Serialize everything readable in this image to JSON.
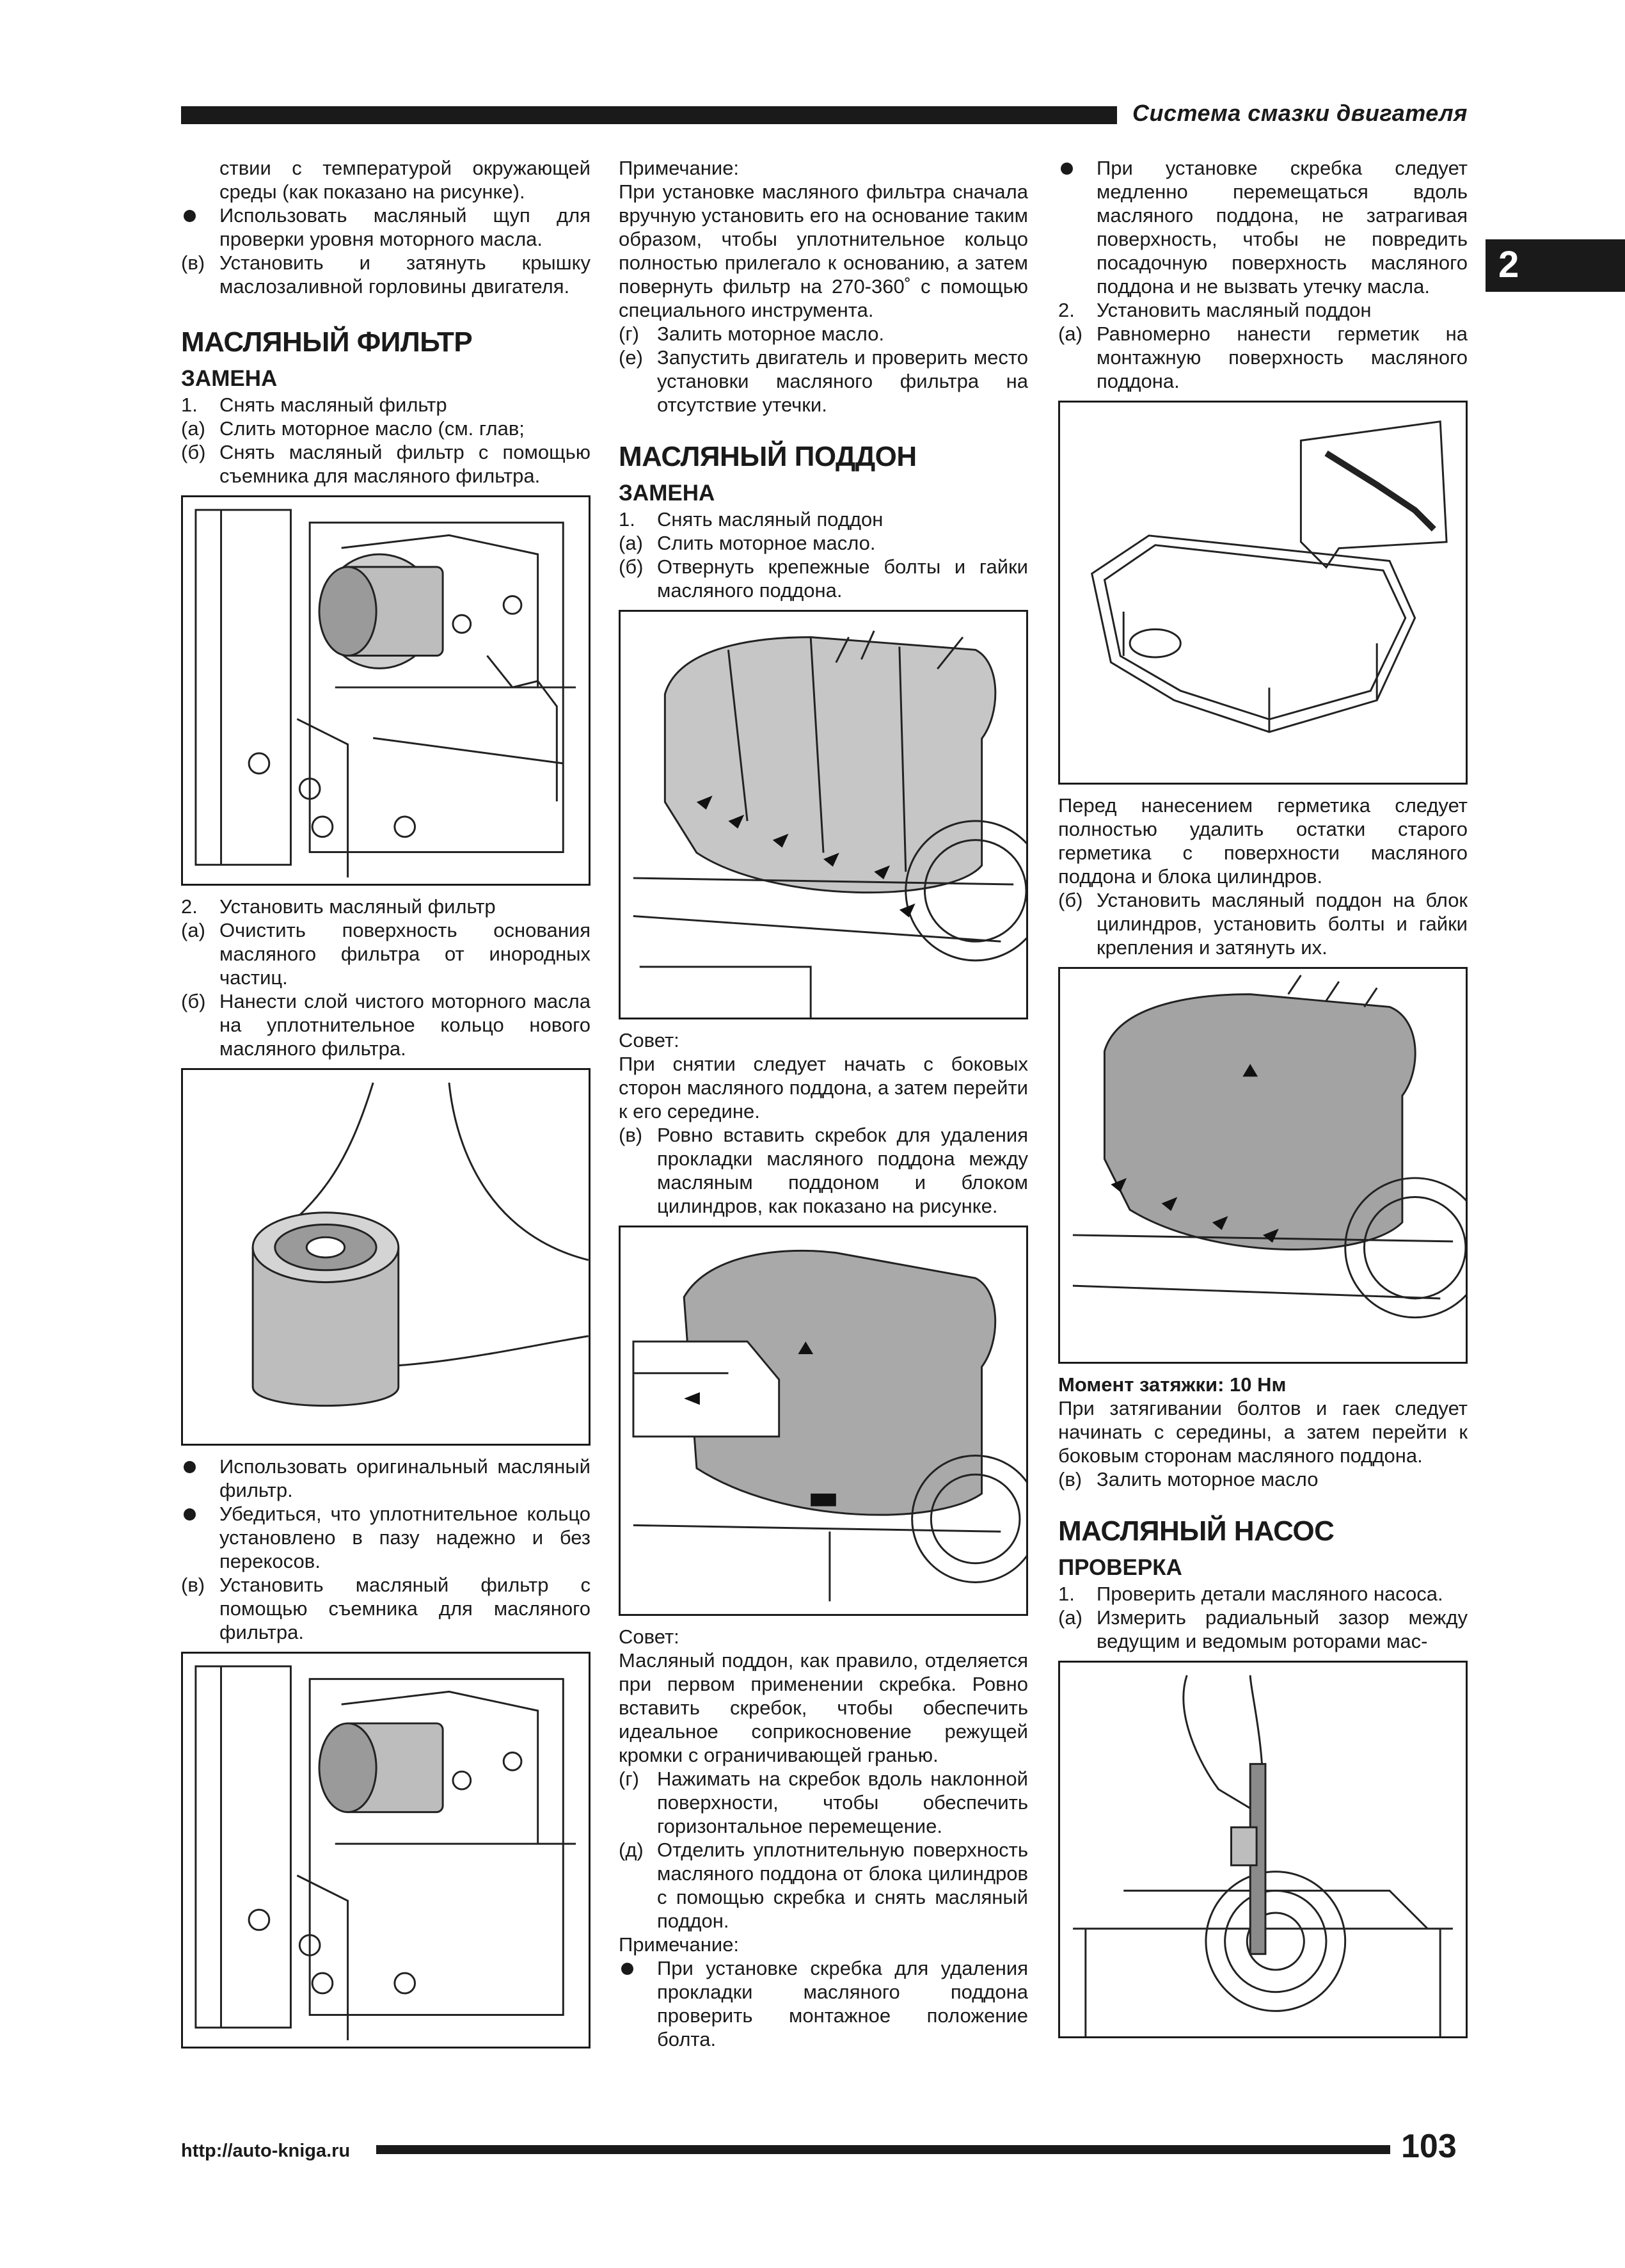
{
  "header": {
    "title": "Система смазки двигателя",
    "tab": "2"
  },
  "col1": {
    "intro_cont": "ствии с температурой окружающей среды (как показано на рисунке).",
    "bullet_dipstick": "Использовать масляный щуп для проверки уровня моторного масла.",
    "item_v_marker": "(в)",
    "item_v_cap": "Установить и затянуть крышку маслозаливной горловины двигателя.",
    "section_title": "МАСЛЯНЫЙ ФИЛЬТР",
    "sub_title": "ЗАМЕНА",
    "step1_marker": "1.",
    "step1": "Снять масляный фильтр",
    "a_marker": "(а)",
    "a_text": "Слить моторное масло (см. глав;",
    "b_marker": "(б)",
    "b_text": "Снять масляный фильтр с помощью съемника для масляного фильтра.",
    "step2_marker": "2.",
    "step2": "Установить масляный фильтр",
    "a2_marker": "(а)",
    "a2_text": "Очистить поверхность основания масляного фильтра от инородных частиц.",
    "b2_marker": "(б)",
    "b2_text": "Нанести слой чистого моторного масла на уплотнительное кольцо нового масляного фильтра.",
    "bullet_original": "Использовать оригинальный масляный фильтр.",
    "bullet_seal": "Убедиться, что уплотнительное кольцо установлено в пазу надежно и без перекосов.",
    "v2_marker": "(в)",
    "v2_text": "Установить масляный фильтр с помощью съемника для масляного фильтра."
  },
  "col2": {
    "note_label": "Примечание:",
    "note_text": "При установке масляного фильтра сначала вручную установить его на основание таким образом, чтобы уплотнительное кольцо полностью прилегало к основанию, а затем повернуть фильтр на 270-360˚ с помощью специального инструмента.",
    "g_marker": "(г)",
    "g_text": "Залить моторное масло.",
    "e_marker": "(е)",
    "e_text": "Запустить двигатель и проверить место установки масляного фильтра на отсутствие утечки.",
    "section_title": "МАСЛЯНЫЙ ПОДДОН",
    "sub_title": "ЗАМЕНА",
    "step1_marker": "1.",
    "step1": "Снять масляный поддон",
    "a_marker": "(а)",
    "a_text": "Слить моторное масло.",
    "b_marker": "(б)",
    "b_text": "Отвернуть крепежные болты и гайки масляного поддона.",
    "tip1_label": "Совет:",
    "tip1_text": "При снятии следует начать с боковых сторон масляного поддона, а затем перейти к его середине.",
    "v_marker": "(в)",
    "v_text": "Ровно вставить скребок для удаления прокладки масляного поддона между масляным поддоном и блоком цилиндров, как показано на рисунке.",
    "tip2_label": "Совет:",
    "tip2_text": "Масляный поддон, как правило, отделяется при первом применении скребка. Ровно вставить скребок, чтобы обеспечить идеальное соприкосновение режущей кромки с ограничивающей гранью.",
    "g2_marker": "(г)",
    "g2_text": "Нажимать на скребок вдоль наклонной поверхности, чтобы обеспечить горизонтальное перемещение.",
    "d_marker": "(д)",
    "d_text": "Отделить уплотнительную поверхность масляного поддона от блока цилиндров с помощью скребка и снять масляный поддон.",
    "note2_label": "Примечание:",
    "note2_bullet": "При установке скребка для удаления прокладки масляного поддона проверить монтажное положение болта."
  },
  "col3": {
    "bullet_scraper": "При установке скребка следует медленно перемещаться вдоль масляного поддона, не затрагивая поверхность, чтобы не повредить посадочную поверхность масляного поддона и не вызвать утечку масла.",
    "step2_marker": "2.",
    "step2": "Установить масляный поддон",
    "a_marker": "(а)",
    "a_text": "Равномерно нанести герметик на монтажную поверхность масляного поддона.",
    "before_text": "Перед нанесением герметика следует полностью удалить остатки старого герметика с поверхности масляного поддона и блока цилиндров.",
    "b_marker": "(б)",
    "b_text": "Установить масляный поддон на блок цилиндров, установить болты и гайки крепления и затянуть их.",
    "torque": "Момент затяжки: 10 Нм",
    "torque_text": "При затягивании болтов и гаек следует начинать с середины, а затем перейти к боковым сторонам масляного поддона.",
    "v_marker": "(в)",
    "v_text": "Залить моторное масло",
    "section_title": "МАСЛЯНЫЙ НАСОС",
    "sub_title": "ПРОВЕРКА",
    "step1_marker": "1.",
    "step1": "Проверить детали масляного насоса.",
    "a2_marker": "(а)",
    "a2_text": "Измерить радиальный зазор между ведущим и ведомым роторами мас-"
  },
  "footer": {
    "url": "http://auto-kniga.ru",
    "page": "103"
  }
}
